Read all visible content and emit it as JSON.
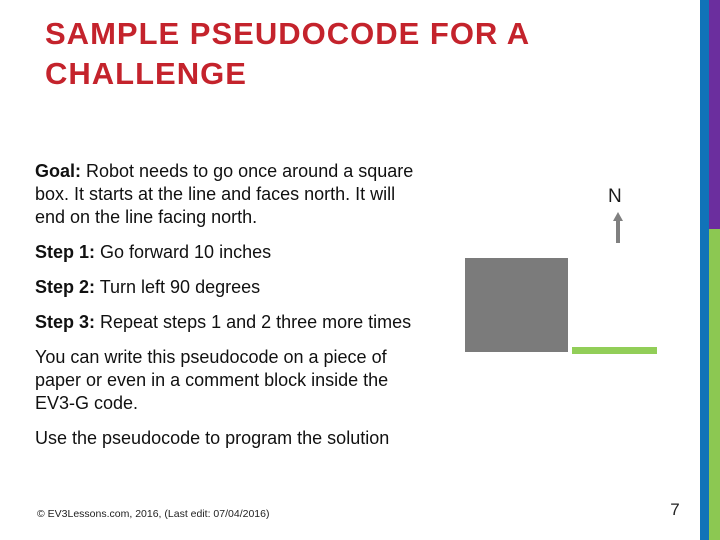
{
  "slide": {
    "title": {
      "line1": "SAMPLE PSEUDOCODE FOR A",
      "line2": "CHALLENGE"
    },
    "paragraphs": [
      {
        "prefix": "Goal:",
        "text": " Robot needs to go once around a square box. It starts at the line and faces north. It will end on the line facing north."
      },
      {
        "prefix": "Step 1:",
        "text": " Go forward 10 inches"
      },
      {
        "prefix": "Step 2:",
        "text": " Turn left 90 degrees"
      },
      {
        "prefix": "Step 3:",
        "text": " Repeat steps 1 and 2 three more times"
      },
      {
        "prefix": "",
        "text": "You can write this pseudocode on a piece of paper or even in a comment block inside the EV3-G code."
      },
      {
        "prefix": "",
        "text": "Use the pseudocode to program the solution"
      }
    ],
    "diagram": {
      "compass_label": "N"
    },
    "footer": {
      "credit": "© EV3Lessons.com, 2016, (Last edit: 07/04/2016)",
      "page_number": "7"
    },
    "colors": {
      "title_red": "#C4232C",
      "accent_blue": "#1173B8",
      "accent_purple": "#6B2E9E",
      "accent_green": "#8CC852",
      "box_gray": "#7B7B7B",
      "line_green": "#92CE58",
      "arrow_gray": "#808080"
    }
  }
}
